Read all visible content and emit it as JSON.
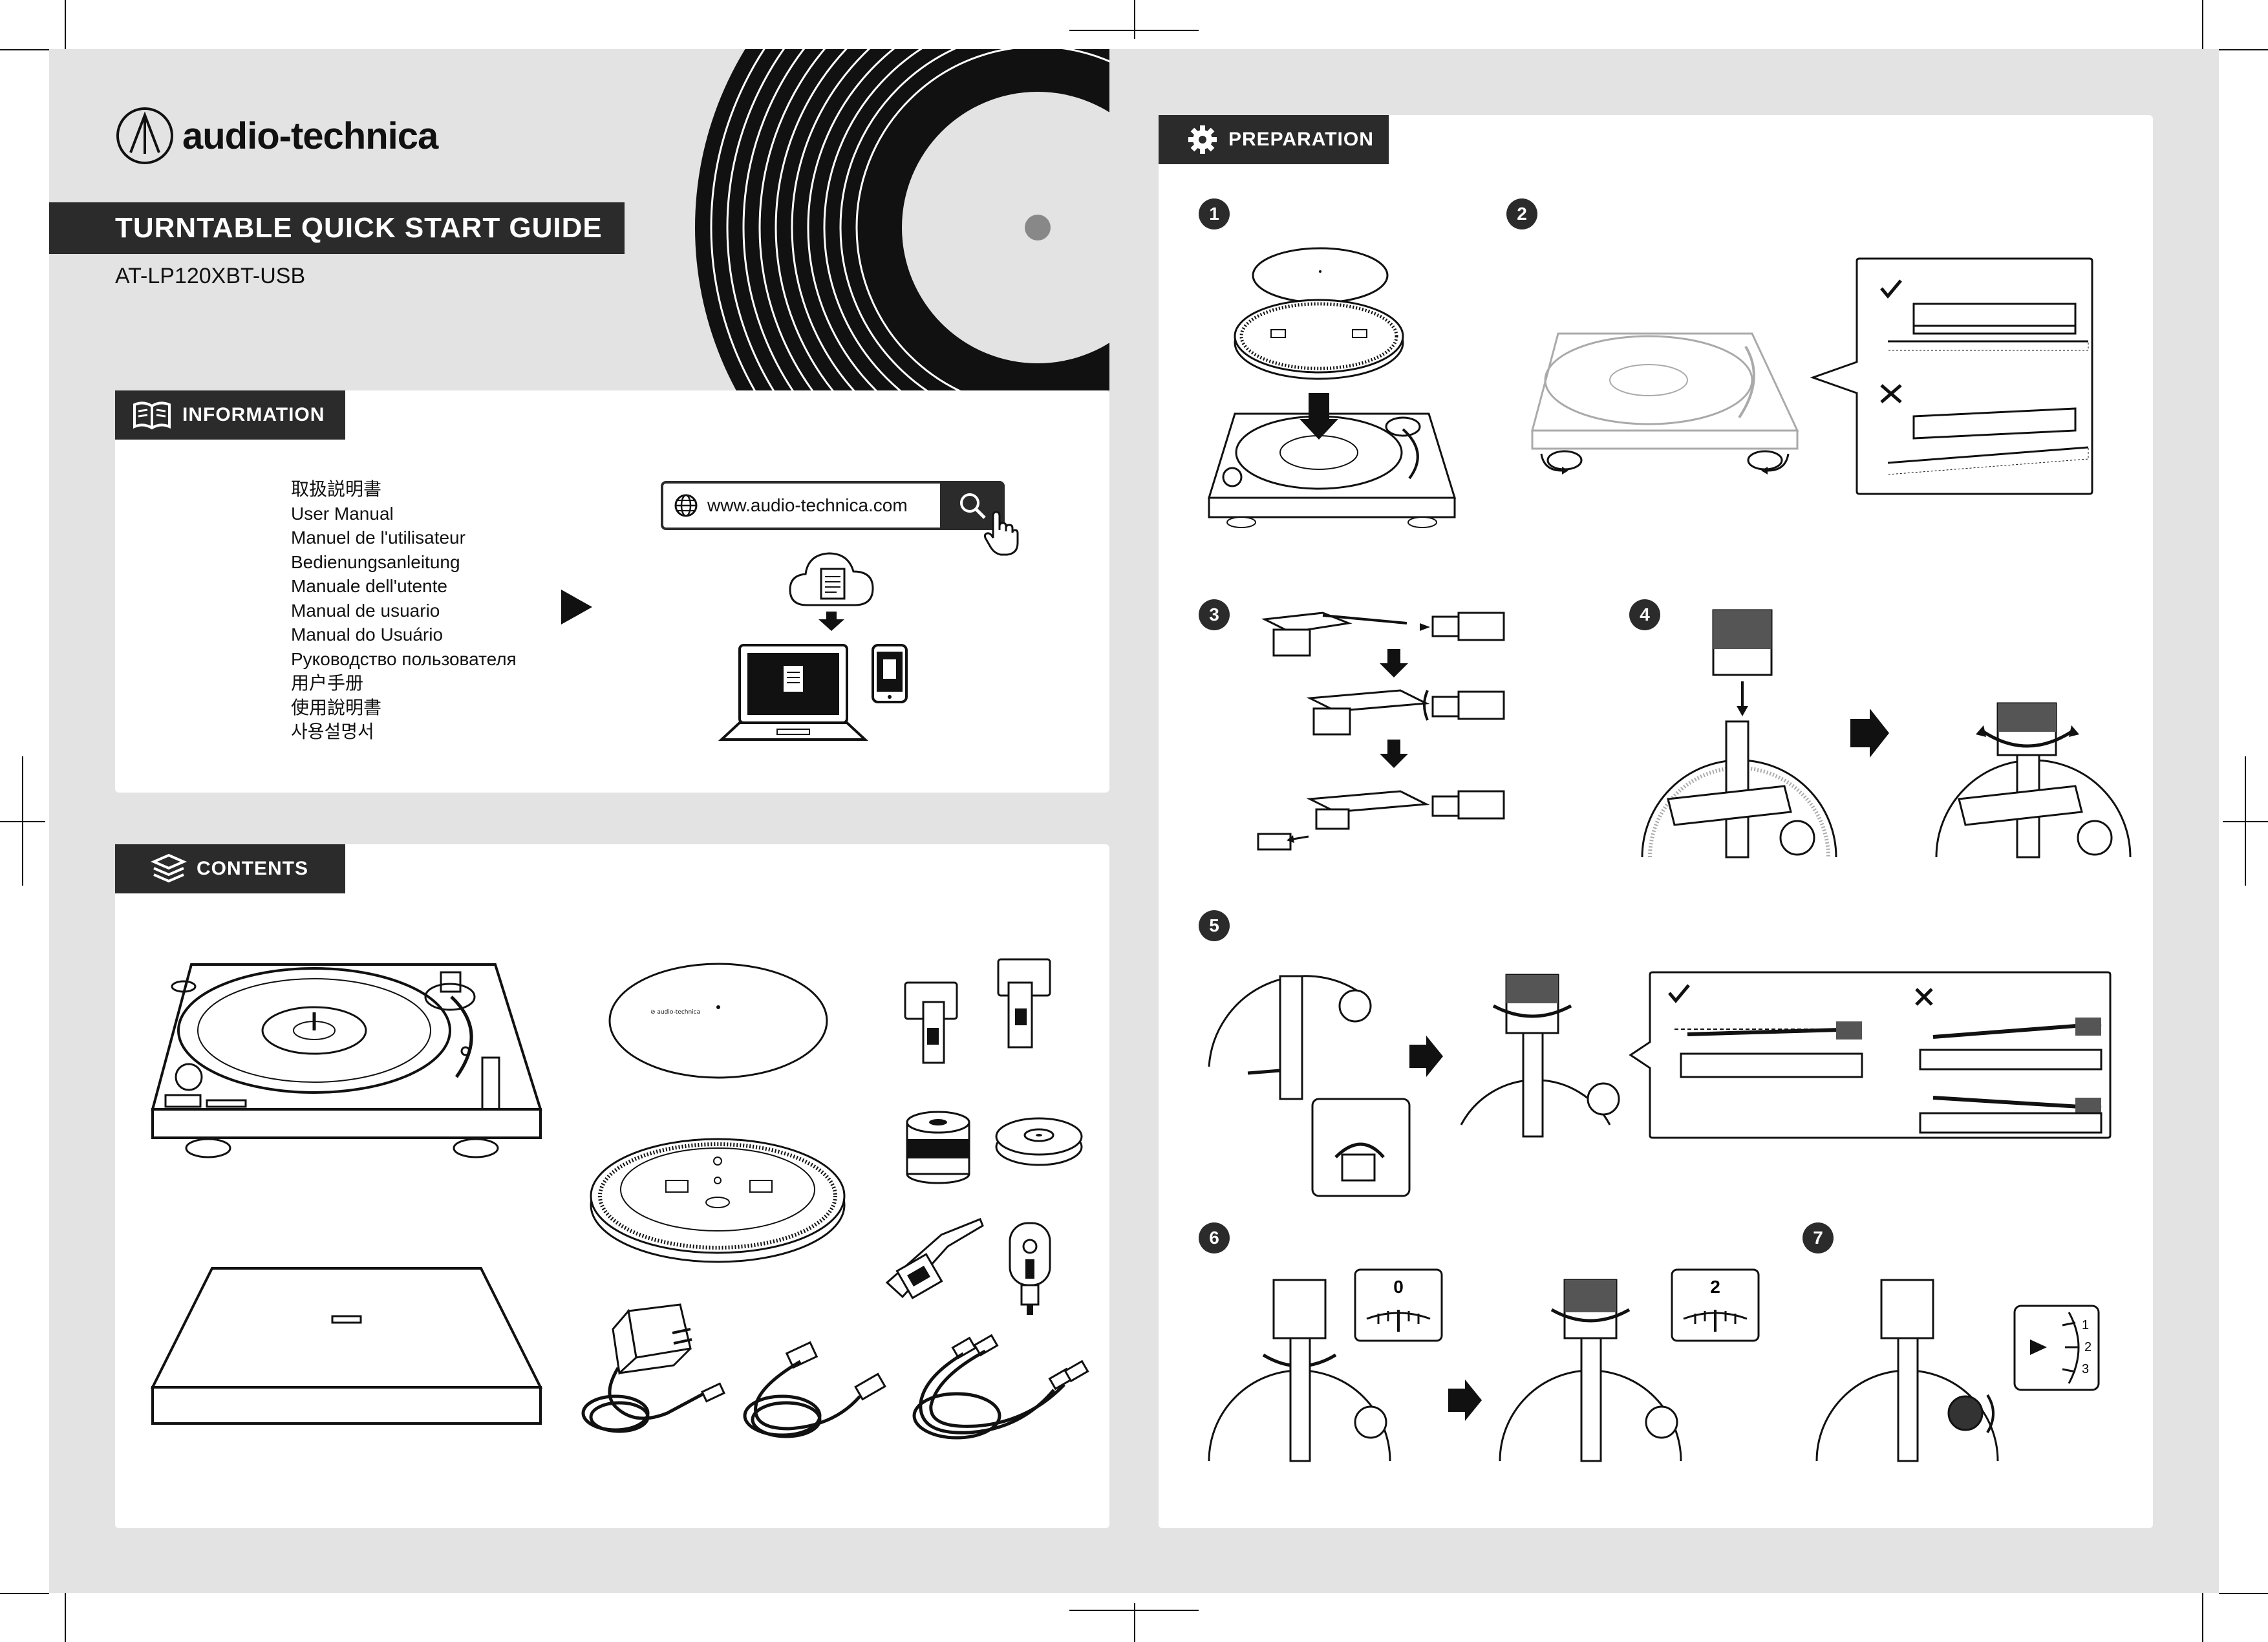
{
  "brand": {
    "name": "audio-technica"
  },
  "document": {
    "title": "TURNTABLE QUICK START GUIDE",
    "model": "AT-LP120XBT-USB"
  },
  "information": {
    "tab_label": "INFORMATION",
    "manual_titles": [
      "取扱説明書",
      "User Manual",
      "Manuel de l'utilisateur",
      "Bedienungsanleitung",
      "Manuale dell'utente",
      "Manual de usuario",
      "Manual do Usuário",
      "Руководство пользователя",
      "用户手册",
      "使用說明書",
      "사용설명서"
    ],
    "website": "www.audio-technica.com",
    "icons": [
      "book-icon",
      "play-arrow-icon",
      "globe-icon",
      "search-icon",
      "pointer-hand-icon",
      "cloud-document-icon",
      "laptop-icon",
      "smartphone-icon"
    ]
  },
  "contents": {
    "tab_label": "CONTENTS",
    "items": [
      "turntable-illustration",
      "dust-cover-illustration",
      "slip-mat-illustration",
      "platter-illustration",
      "headshell-overhang-gauge-illustration",
      "counterweight-illustration",
      "adapter-45rpm-illustration",
      "headshell-cartridge-illustration",
      "power-adapter-illustration",
      "usb-cable-illustration",
      "rca-cable-illustration"
    ]
  },
  "preparation": {
    "tab_label": "PREPARATION",
    "steps": [
      "1",
      "2",
      "3",
      "4",
      "5",
      "6",
      "7"
    ],
    "gauge_step6_a": "0",
    "gauge_step6_b": "2",
    "dial_step7": [
      "1",
      "2",
      "3"
    ]
  },
  "colors": {
    "dark": "#2b2b2b",
    "sheet": "#e3e3e3",
    "panel": "#ffffff",
    "record_gray": "#888888"
  }
}
